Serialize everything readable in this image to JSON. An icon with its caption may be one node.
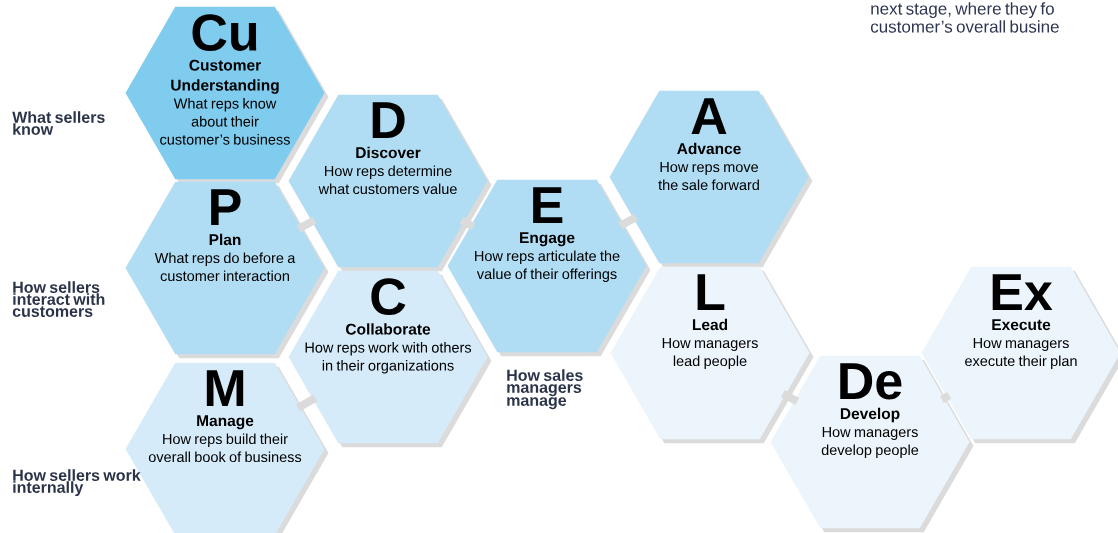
{
  "diagram": {
    "nodes": [
      {
        "text": [
          "Cu",
          "Customer Understanding",
          "What reps know about their customer’s business"
        ]
      },
      {
        "text": [
          "D",
          "Discover",
          "How reps determine what customers value"
        ]
      },
      {
        "text": [
          "P",
          "Plan",
          "What reps do before a customer interaction"
        ]
      },
      {
        "text": [
          "C",
          "Collaborate",
          "How reps work with others in their organizations"
        ]
      },
      {
        "text": [
          "M",
          "Manage",
          "How reps build their overall book of business"
        ]
      },
      {
        "text": [
          "E",
          "Engage",
          "How reps articulate the value of their offerings"
        ]
      },
      {
        "text": [
          "A",
          "Advance",
          "How reps move the sale forward"
        ]
      },
      {
        "text": [
          "L",
          "Lead",
          "How managers lead people"
        ]
      },
      {
        "text": [
          "De",
          "Develop",
          "How managers develop people"
        ]
      },
      {
        "text": [
          "Ex",
          "Execute",
          "How managers execute their plan"
        ]
      }
    ],
    "edges": [
      {
        "from": 2,
        "to": 1,
        "arrow": "none"
      },
      {
        "from": 4,
        "to": 3,
        "arrow": "none"
      },
      {
        "from": 1,
        "to": 5,
        "arrow": "none"
      },
      {
        "from": 5,
        "to": 6,
        "arrow": "none"
      },
      {
        "from": 7,
        "to": 8,
        "arrow": "none"
      },
      {
        "from": 8,
        "to": 9,
        "arrow": "none"
      }
    ],
    "labels": [
      "next stage, where they fo",
      "customer’s overall busine",
      "What sellers know",
      "How sellers interact with customers",
      "How sales managers manage",
      "How sellers work internally"
    ]
  }
}
